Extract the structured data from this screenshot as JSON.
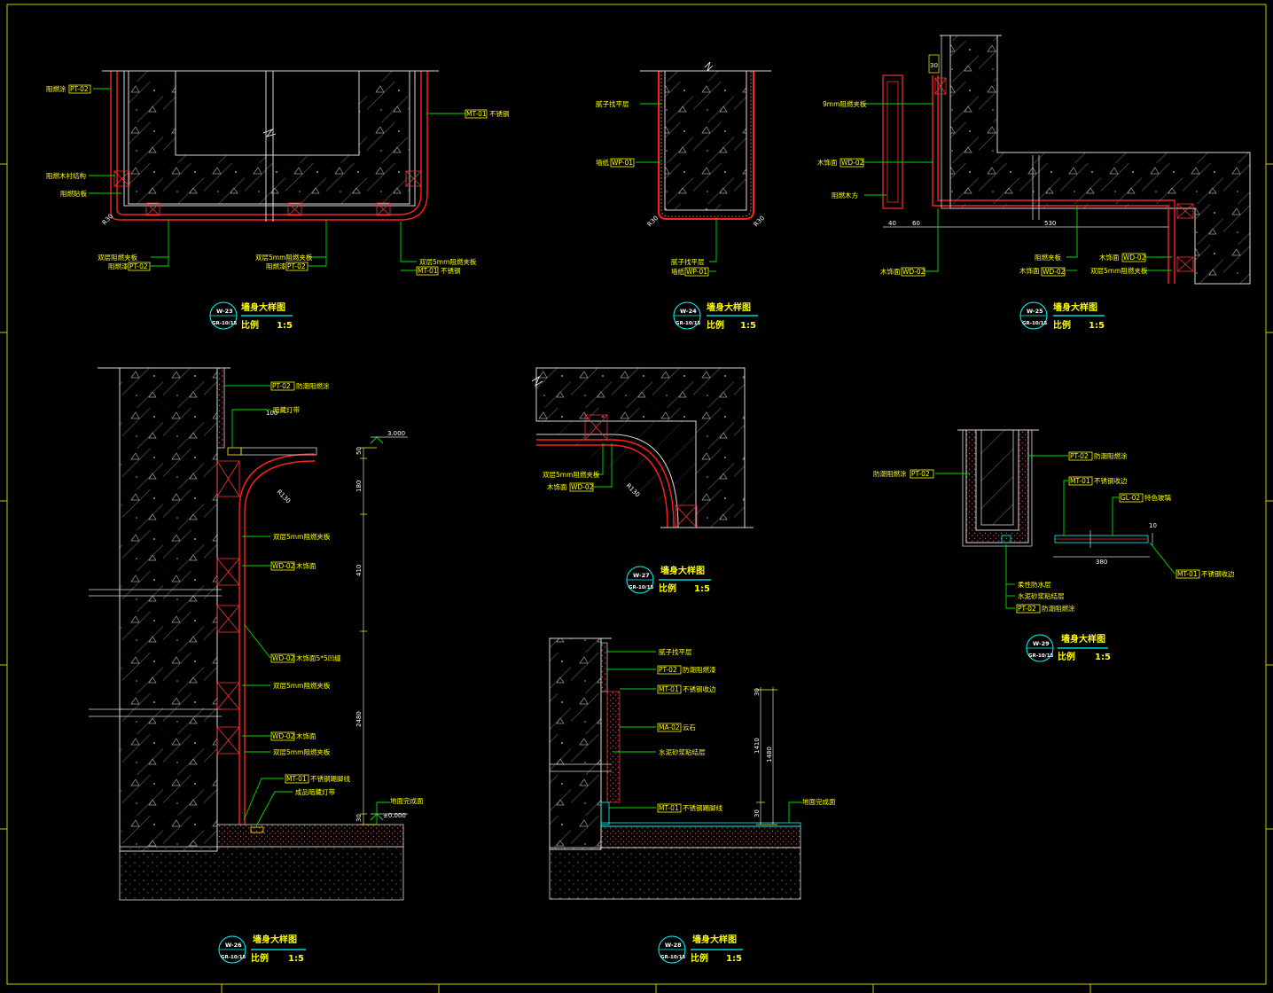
{
  "drawing": {
    "colors": {
      "background": "#000000",
      "text": "#ffff00",
      "leader": "#00e000",
      "finish_line": "#ff2020",
      "outline": "#d9d9d9",
      "badge": "#00ffff"
    },
    "details": [
      {
        "id": "d23",
        "badge_code": "W-23",
        "badge_ref": "GR-10/15",
        "title": "墙身大样图",
        "scale_label": "比例",
        "scale": "1:5",
        "labels": [
          {
            "text": "阻燃涂",
            "code": "PT-02"
          },
          {
            "text": "不锈钢",
            "code": "MT-01"
          },
          {
            "text": "阻燃木衬结构",
            "code": ""
          },
          {
            "text": "阻燃贴板",
            "code": ""
          },
          {
            "text": "双层阻燃夹板",
            "code": ""
          },
          {
            "text": "阻燃漆",
            "code": "PT-02"
          },
          {
            "text": "双层5mm阻燃夹板",
            "code": ""
          },
          {
            "text": "阻燃漆",
            "code": "PT-02"
          },
          {
            "text": "双层5mm阻燃夹板",
            "code": ""
          },
          {
            "text": "不锈钢",
            "code": "MT-01"
          }
        ],
        "dims": [
          "R30"
        ]
      },
      {
        "id": "d24",
        "badge_code": "W-24",
        "badge_ref": "GR-10/15",
        "title": "墙身大样图",
        "scale_label": "比例",
        "scale": "1:5",
        "labels": [
          {
            "text": "腻子找平层",
            "code": ""
          },
          {
            "text": "墙纸",
            "code": "WP-01"
          },
          {
            "text": "腻子找平层",
            "code": ""
          },
          {
            "text": "墙纸",
            "code": "WP-01"
          }
        ],
        "dims": [
          "R30",
          "R30"
        ]
      },
      {
        "id": "d25",
        "badge_code": "W-25",
        "badge_ref": "GR-10/15",
        "title": "墙身大样图",
        "scale_label": "比例",
        "scale": "1:5",
        "labels": [
          {
            "text": "9mm阻燃夹板",
            "code": ""
          },
          {
            "text": "木饰面",
            "code": "WD-02"
          },
          {
            "text": "阻燃木方",
            "code": ""
          },
          {
            "text": "木饰面",
            "code": "WD-02"
          },
          {
            "text": "阻燃夹板",
            "code": ""
          },
          {
            "text": "木饰面",
            "code": "WD-02"
          },
          {
            "text": "木饰面",
            "code": "WD-02"
          },
          {
            "text": "双层5mm阻燃夹板",
            "code": ""
          }
        ],
        "dims": [
          "40",
          "60",
          "530",
          "30"
        ]
      },
      {
        "id": "d26",
        "badge_code": "W-26",
        "badge_ref": "GR-10/15",
        "title": "墙身大样图",
        "scale_label": "比例",
        "scale": "1:5",
        "labels": [
          {
            "text": "防潮阻燃涂",
            "code": "PT-02"
          },
          {
            "text": "暗藏灯带",
            "code": ""
          },
          {
            "text": "双层5mm阻燃夹板",
            "code": ""
          },
          {
            "text": "木饰面",
            "code": "WD-02"
          },
          {
            "text": "木饰面5*5凹缝",
            "code": "WD-02"
          },
          {
            "text": "双层5mm阻燃夹板",
            "code": ""
          },
          {
            "text": "木饰面",
            "code": "WD-02"
          },
          {
            "text": "双层5mm阻燃夹板",
            "code": ""
          },
          {
            "text": "不锈钢踢脚线",
            "code": "MT-01"
          },
          {
            "text": "成品暗藏灯带",
            "code": ""
          },
          {
            "text": "地面完成面",
            "code": ""
          }
        ],
        "dims": [
          "3.000",
          "±0.000",
          "50",
          "180",
          "410",
          "2480",
          "30",
          "100",
          "R130"
        ]
      },
      {
        "id": "d27",
        "badge_code": "W-27",
        "badge_ref": "GR-10/15",
        "title": "墙身大样图",
        "scale_label": "比例",
        "scale": "1:5",
        "labels": [
          {
            "text": "双层5mm阻燃夹板",
            "code": ""
          },
          {
            "text": "木饰面",
            "code": "WD-02"
          }
        ],
        "dims": [
          "R130"
        ]
      },
      {
        "id": "d28",
        "badge_code": "W-28",
        "badge_ref": "GR-10/15",
        "title": "墙身大样图",
        "scale_label": "比例",
        "scale": "1:5",
        "labels": [
          {
            "text": "腻子找平层",
            "code": ""
          },
          {
            "text": "防潮阻燃漆",
            "code": "PT-02"
          },
          {
            "text": "不锈钢收边",
            "code": "MT-01"
          },
          {
            "text": "云石",
            "code": "MA-02"
          },
          {
            "text": "水泥砂浆粘结层",
            "code": ""
          },
          {
            "text": "不锈钢踢脚线",
            "code": "MT-01"
          },
          {
            "text": "地面完成面",
            "code": ""
          }
        ],
        "dims": [
          "1410",
          "1480",
          "30",
          "30"
        ]
      },
      {
        "id": "d29",
        "badge_code": "W-29",
        "badge_ref": "GR-10/15",
        "title": "墙身大样图",
        "scale_label": "比例",
        "scale": "1:5",
        "labels": [
          {
            "text": "防潮阻燃涂",
            "code": "PT-02"
          },
          {
            "text": "防潮阻燃涂",
            "code": "PT-02"
          },
          {
            "text": "不锈钢收边",
            "code": "MT-01"
          },
          {
            "text": "特色玻璃",
            "code": "GL-02"
          },
          {
            "text": "不锈钢收边",
            "code": "MT-01"
          },
          {
            "text": "柔性防水层",
            "code": ""
          },
          {
            "text": "水泥砂浆粘结层",
            "code": ""
          },
          {
            "text": "防潮阻燃涂",
            "code": "PT-02"
          }
        ],
        "dims": [
          "10",
          "380"
        ]
      }
    ]
  }
}
